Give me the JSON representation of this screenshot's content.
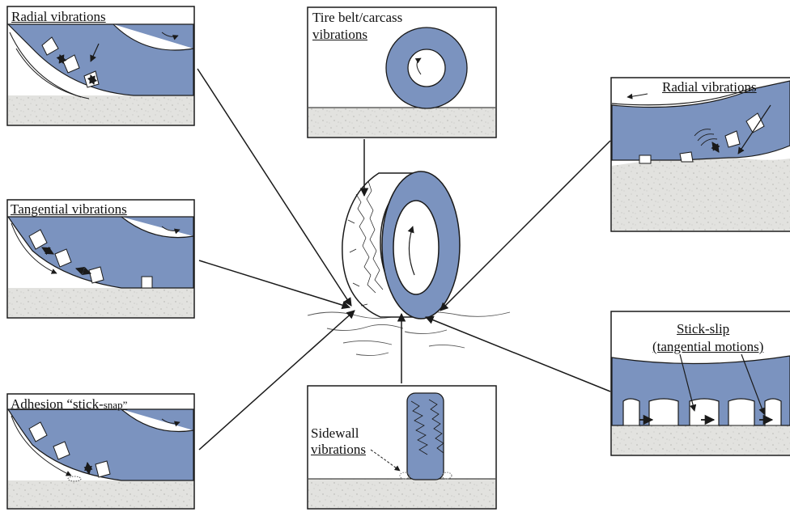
{
  "colors": {
    "tire_blue": "#7b93bf",
    "ground": "#e2e2df",
    "outline": "#1a1a1a",
    "background": "#ffffff"
  },
  "panels": {
    "radial_top_left": {
      "label": "Radial vibrations"
    },
    "tangential": {
      "label": "Tangential vibrations"
    },
    "adhesion": {
      "label_main": "Adhesion “stick-",
      "label_small": "snap”"
    },
    "tire_belt": {
      "label_line1": "Tire belt/carcass",
      "label_line2": "vibrations"
    },
    "sidewall": {
      "label_line1": "Sidewall",
      "label_line2": "vibrations"
    },
    "radial_right": {
      "label": "Radial vibrations"
    },
    "stick_slip": {
      "label_line1": "Stick-slip",
      "label_line2": "(tangential motions)"
    }
  }
}
